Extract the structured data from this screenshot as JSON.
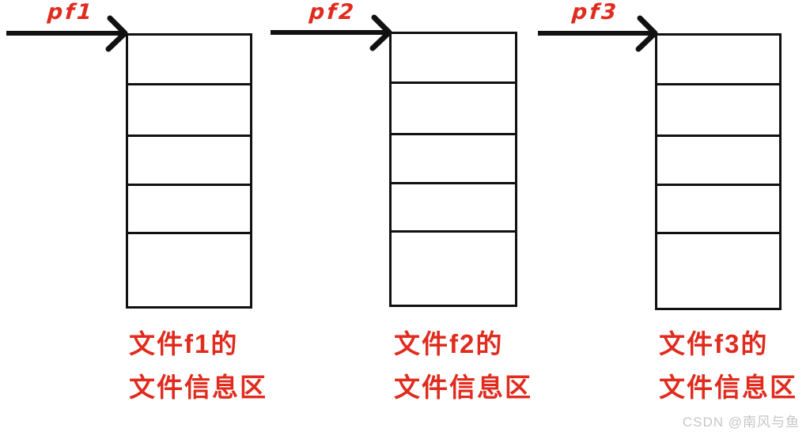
{
  "colors": {
    "background": "#ffffff",
    "ink": "#111111",
    "red": "#e02b1e",
    "watermark": "#c6c6c6"
  },
  "diagram": {
    "columns": [
      {
        "pointer_label": "pf1",
        "cell_count": 5,
        "caption_line1": "文件f1的",
        "caption_line2": "文件信息区"
      },
      {
        "pointer_label": "pf2",
        "cell_count": 5,
        "caption_line1": "文件f2的",
        "caption_line2": "文件信息区"
      },
      {
        "pointer_label": "pf3",
        "cell_count": 5,
        "caption_line1": "文件f3的",
        "caption_line2": "文件信息区"
      }
    ]
  },
  "watermark_text": "CSDN @南风与鱼"
}
